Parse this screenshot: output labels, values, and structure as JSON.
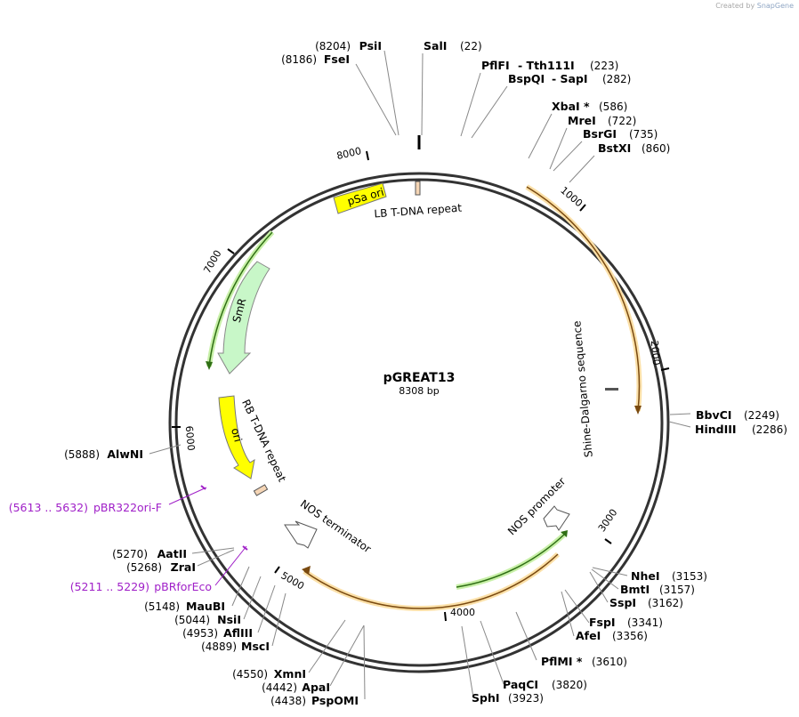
{
  "watermark": {
    "prefix": "Created by",
    "brand": "SnapGene"
  },
  "plasmid": {
    "name": "pGREAT13",
    "length_text": "8308 bp",
    "length": 8308
  },
  "tick_labels": [
    "1000",
    "2000",
    "3000",
    "4000",
    "5000",
    "6000",
    "7000",
    "8000"
  ],
  "features": [
    {
      "label": "Shine-Dalgarno sequence"
    },
    {
      "label": "NOS promoter"
    },
    {
      "label": "NOS terminator"
    },
    {
      "label": "RB T-DNA repeat"
    },
    {
      "label": "ori"
    },
    {
      "label": "SmR"
    },
    {
      "label": "pSa ori"
    },
    {
      "label": "LB T-DNA repeat"
    }
  ],
  "sites": [
    {
      "name": "SalI",
      "pos": "(22)"
    },
    {
      "name": "PflFI",
      "pos": ""
    },
    {
      "name": "- Tth111I",
      "pos": "(223)"
    },
    {
      "name": "BspQI",
      "pos": ""
    },
    {
      "name": "- SapI",
      "pos": "(282)"
    },
    {
      "name": "XbaI *",
      "pos": "(586)"
    },
    {
      "name": "MreI",
      "pos": "(722)"
    },
    {
      "name": "BsrGI",
      "pos": "(735)"
    },
    {
      "name": "BstXI",
      "pos": "(860)"
    },
    {
      "name": "BbvCI",
      "pos": "(2249)"
    },
    {
      "name": "HindIII",
      "pos": "(2286)"
    },
    {
      "name": "NheI",
      "pos": "(3153)"
    },
    {
      "name": "BmtI",
      "pos": "(3157)"
    },
    {
      "name": "SspI",
      "pos": "(3162)"
    },
    {
      "name": "FspI",
      "pos": "(3341)"
    },
    {
      "name": "AfeI",
      "pos": "(3356)"
    },
    {
      "name": "PflMI *",
      "pos": "(3610)"
    },
    {
      "name": "PaqCI",
      "pos": "(3820)"
    },
    {
      "name": "SphI",
      "pos": "(3923)"
    },
    {
      "name": "XmnI",
      "pos": "(4550)"
    },
    {
      "name": "ApaI",
      "pos": "(4442)"
    },
    {
      "name": "PspOMI",
      "pos": "(4438)"
    },
    {
      "name": "MscI",
      "pos": "(4889)"
    },
    {
      "name": "AflIII",
      "pos": "(4953)"
    },
    {
      "name": "NsiI",
      "pos": "(5044)"
    },
    {
      "name": "MauBI",
      "pos": "(5148)"
    },
    {
      "name": "ZraI",
      "pos": "(5268)"
    },
    {
      "name": "AatII",
      "pos": "(5270)"
    },
    {
      "name": "AlwNI",
      "pos": "(5888)"
    },
    {
      "name": "FseI",
      "pos": "(8186)"
    },
    {
      "name": "PsiI",
      "pos": "(8204)"
    }
  ],
  "primers": [
    {
      "name": "pBR322ori-F",
      "pos": "(5613 .. 5632)"
    },
    {
      "name": "pBRforEco",
      "pos": "(5211 .. 5229)"
    }
  ],
  "colors": {
    "backbone": "#333333",
    "orange_feature": "#f3a020",
    "orange_glow": "#fbe0a8",
    "green_feature": "#3a8a1a",
    "green_glow": "#c8f0a8",
    "ori_fill": "#ffff00",
    "smr_fill": "#c8f7c8",
    "repeat_fill": "#f5d5b5",
    "primer": "#a020c8",
    "leader": "#888888"
  }
}
